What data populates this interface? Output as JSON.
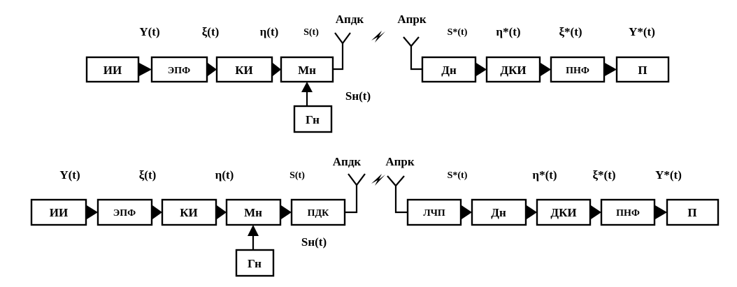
{
  "top": {
    "blocks": {
      "source": "ИИ",
      "source_coder": "ЭПФ",
      "channel_coder": "КИ",
      "modulator": "Мн",
      "carrier_gen": "Гн",
      "demodulator": "Дн",
      "channel_decoder": "ДКИ",
      "source_decoder": "ПНФ",
      "receiver": "П"
    },
    "signals": {
      "y": "Y(t)",
      "xi": "ξ(t)",
      "eta": "η(t)",
      "s": "S(t)",
      "s_star": "S*(t)",
      "eta_star": "η*(t)",
      "xi_star": "ξ*(t)",
      "y_star": "Y*(t)",
      "sn": "Sн(t)"
    },
    "antennas": {
      "tx": "Апдк",
      "rx": "Апрк"
    }
  },
  "bottom": {
    "blocks": {
      "source": "ИИ",
      "source_coder": "ЭПФ",
      "channel_coder": "КИ",
      "modulator": "Мн",
      "tx_device": "ПДК",
      "carrier_gen": "Гн",
      "rx_path": "ЛЧП",
      "demodulator": "Дн",
      "channel_decoder": "ДКИ",
      "source_decoder": "ПНФ",
      "receiver": "П"
    },
    "signals": {
      "y": "Y(t)",
      "xi": "ξ(t)",
      "eta": "η(t)",
      "s": "S(t)",
      "s_star": "S*(t)",
      "eta_star": "η*(t)",
      "xi_star": "ξ*(t)",
      "y_star": "Y*(t)",
      "sn": "Sн(t)"
    },
    "antennas": {
      "tx": "Апдк",
      "rx": "Апрк"
    }
  }
}
